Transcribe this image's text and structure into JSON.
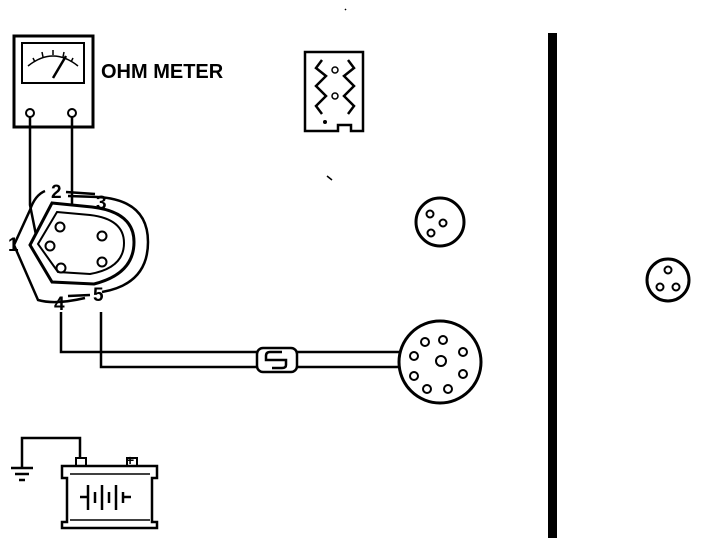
{
  "meter": {
    "label": "OHM METER"
  },
  "terminals": {
    "t1": "1",
    "t2": "2",
    "t3": "3",
    "t4": "4",
    "t5": "5"
  },
  "battery": {
    "positive_symbol": "+"
  }
}
